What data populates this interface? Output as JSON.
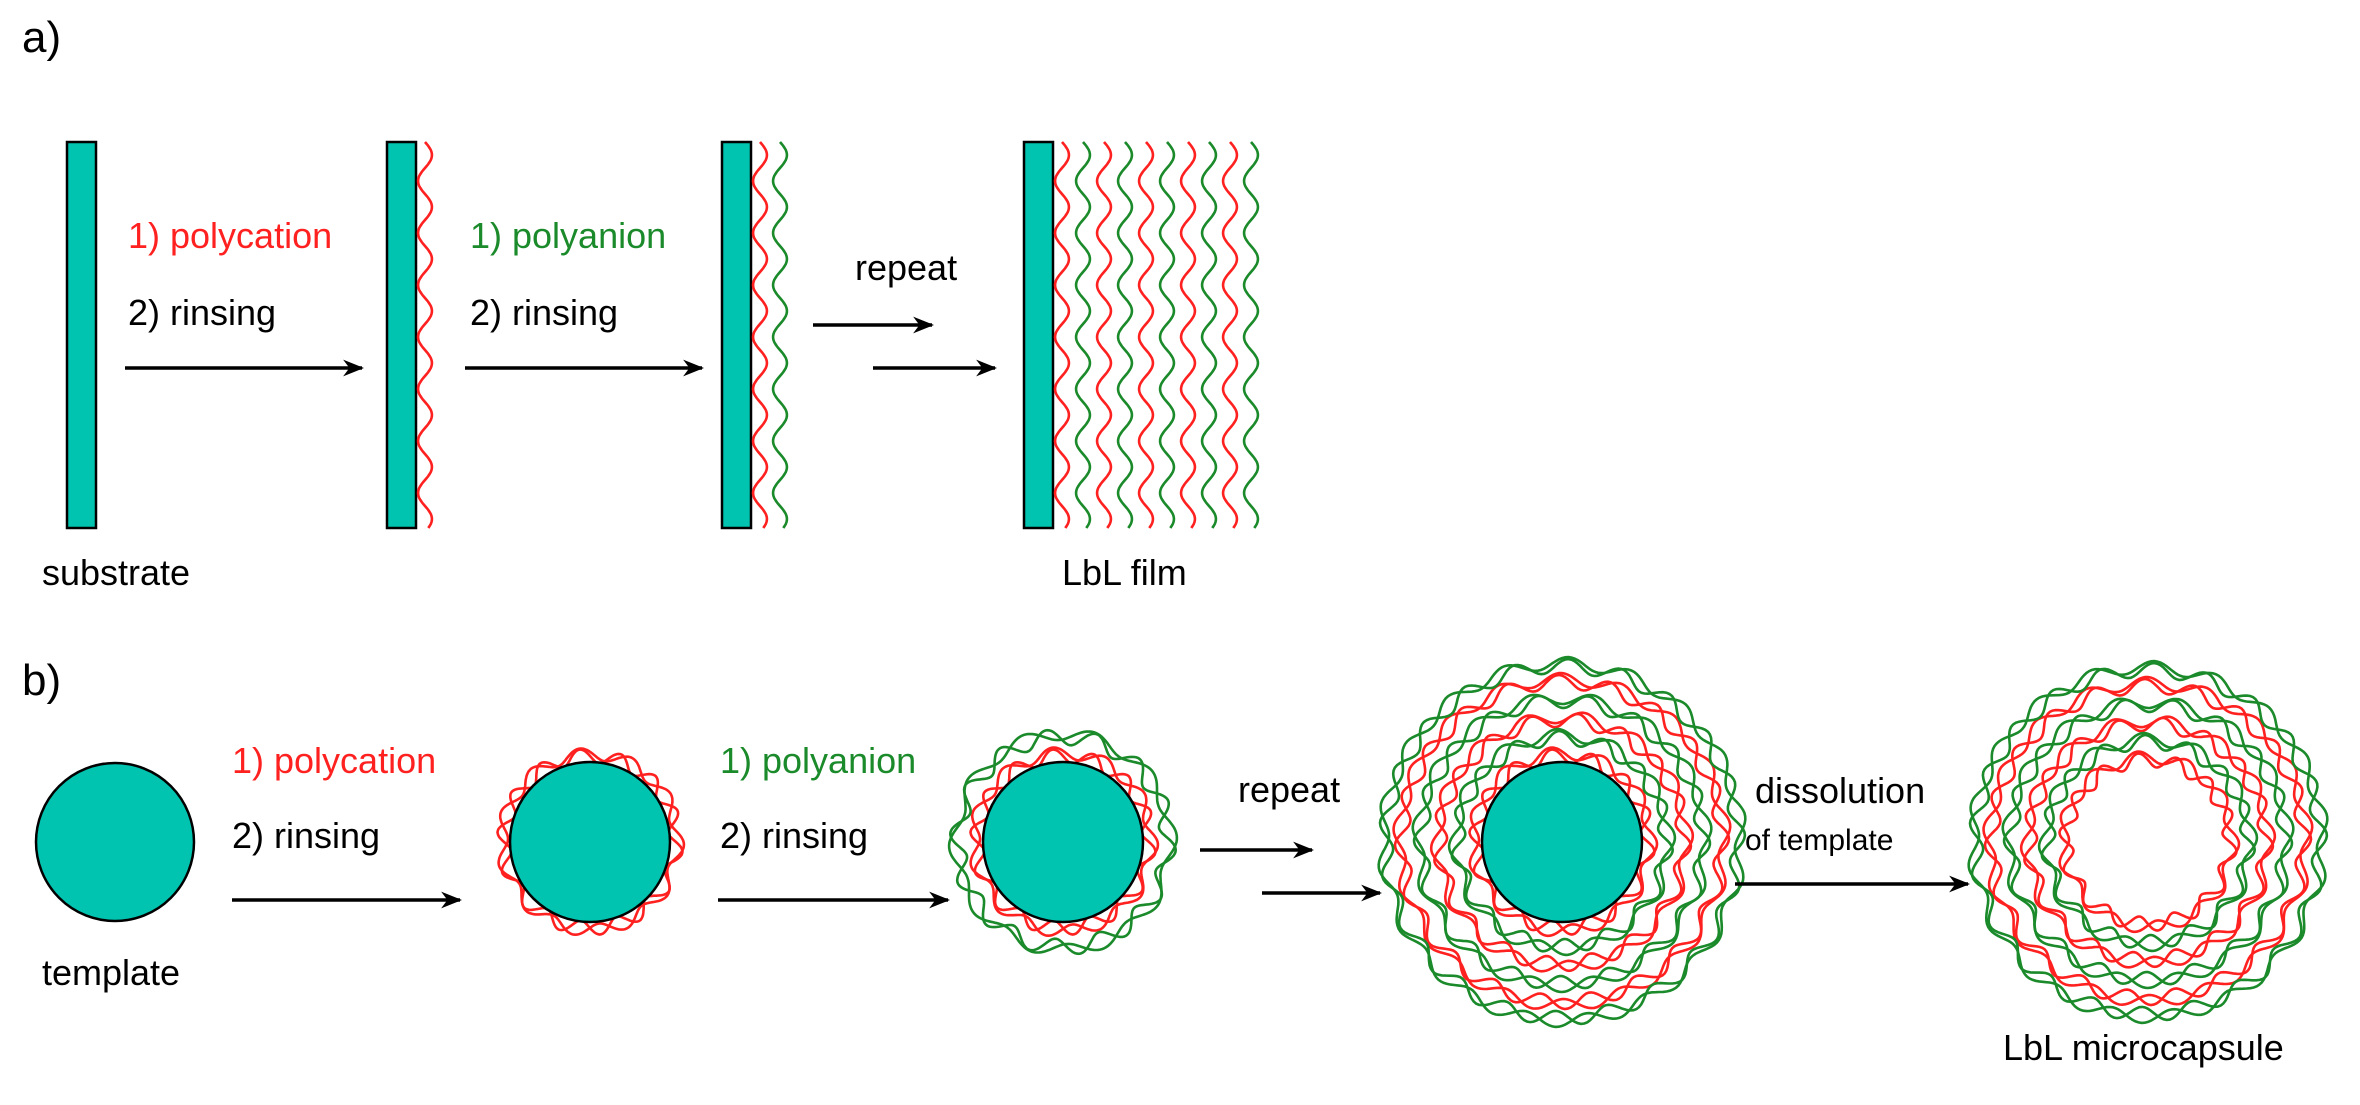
{
  "panel_a": {
    "label": "a)",
    "step1": {
      "reagent": "1) polycation",
      "wash": "2) rinsing"
    },
    "step2": {
      "reagent": "1) polyanion",
      "wash": "2) rinsing"
    },
    "step3": {
      "label": "repeat"
    },
    "substrate_label": "substrate",
    "product_label": "LbL film"
  },
  "panel_b": {
    "label": "b)",
    "step1": {
      "reagent": "1) polycation",
      "wash": "2) rinsing"
    },
    "step2": {
      "reagent": "1) polyanion",
      "wash": "2) rinsing"
    },
    "step3": {
      "label": "repeat"
    },
    "step4": {
      "line1": "dissolution",
      "line2": "of template"
    },
    "template_label": "template",
    "product_label": "LbL microcapsule"
  },
  "colors": {
    "polycation": "#ff2020",
    "polyanion": "#1a8a2a",
    "substrate": "#00c4b0",
    "outline": "#000000",
    "arrow": "#000000",
    "text": "#000000"
  }
}
